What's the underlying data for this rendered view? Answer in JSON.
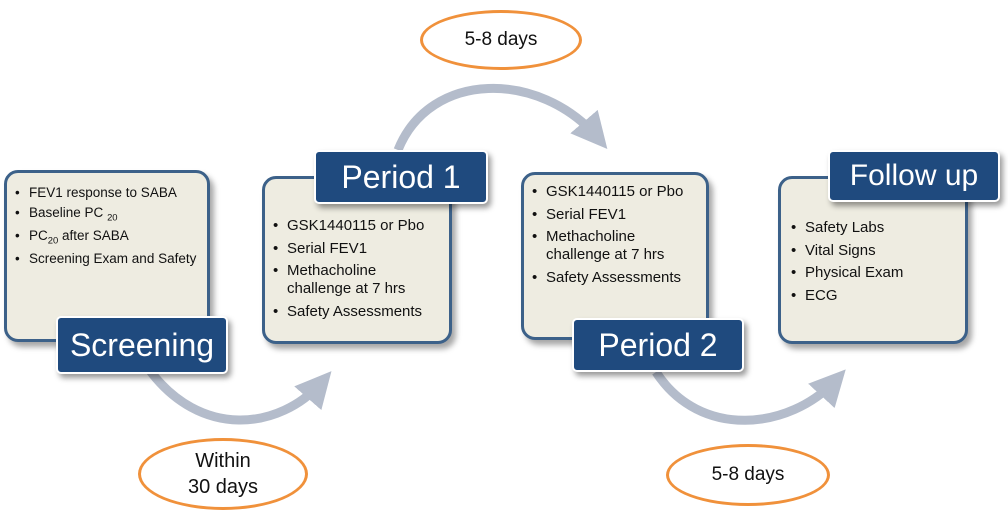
{
  "screening": {
    "label": "Screening",
    "items": [
      {
        "text": "FEV1 response to SABA",
        "sub": ""
      },
      {
        "text": "Baseline PC",
        "sub": "20",
        "after": ""
      },
      {
        "pre": "PC",
        "sub": "20",
        "after": " after SABA"
      },
      {
        "text": "Screening Exam and Safety",
        "sub": ""
      }
    ]
  },
  "period1": {
    "label": "Period 1",
    "items": [
      "GSK1440115 or Pbo",
      "Serial FEV1",
      "Methacholine challenge at 7 hrs",
      "Safety Assessments"
    ]
  },
  "period2": {
    "label": "Period 2",
    "items": [
      "GSK1440115 or Pbo",
      "Serial FEV1",
      "Methacholine challenge at 7 hrs",
      "Safety Assessments"
    ]
  },
  "followup": {
    "label": "Follow up",
    "items": [
      "Safety Labs",
      "Vital Signs",
      "Physical Exam",
      "ECG"
    ]
  },
  "intervals": {
    "screening_to_p1": [
      "Within",
      "30 days"
    ],
    "p1_to_p2": "5-8 days",
    "p2_to_followup": "5-8 days"
  },
  "colors": {
    "panel_fill": "#eeece1",
    "panel_border": "#3c6189",
    "label_fill": "#1f4a7e",
    "oval_border": "#f0913b",
    "arrow": "#b4bccb"
  }
}
